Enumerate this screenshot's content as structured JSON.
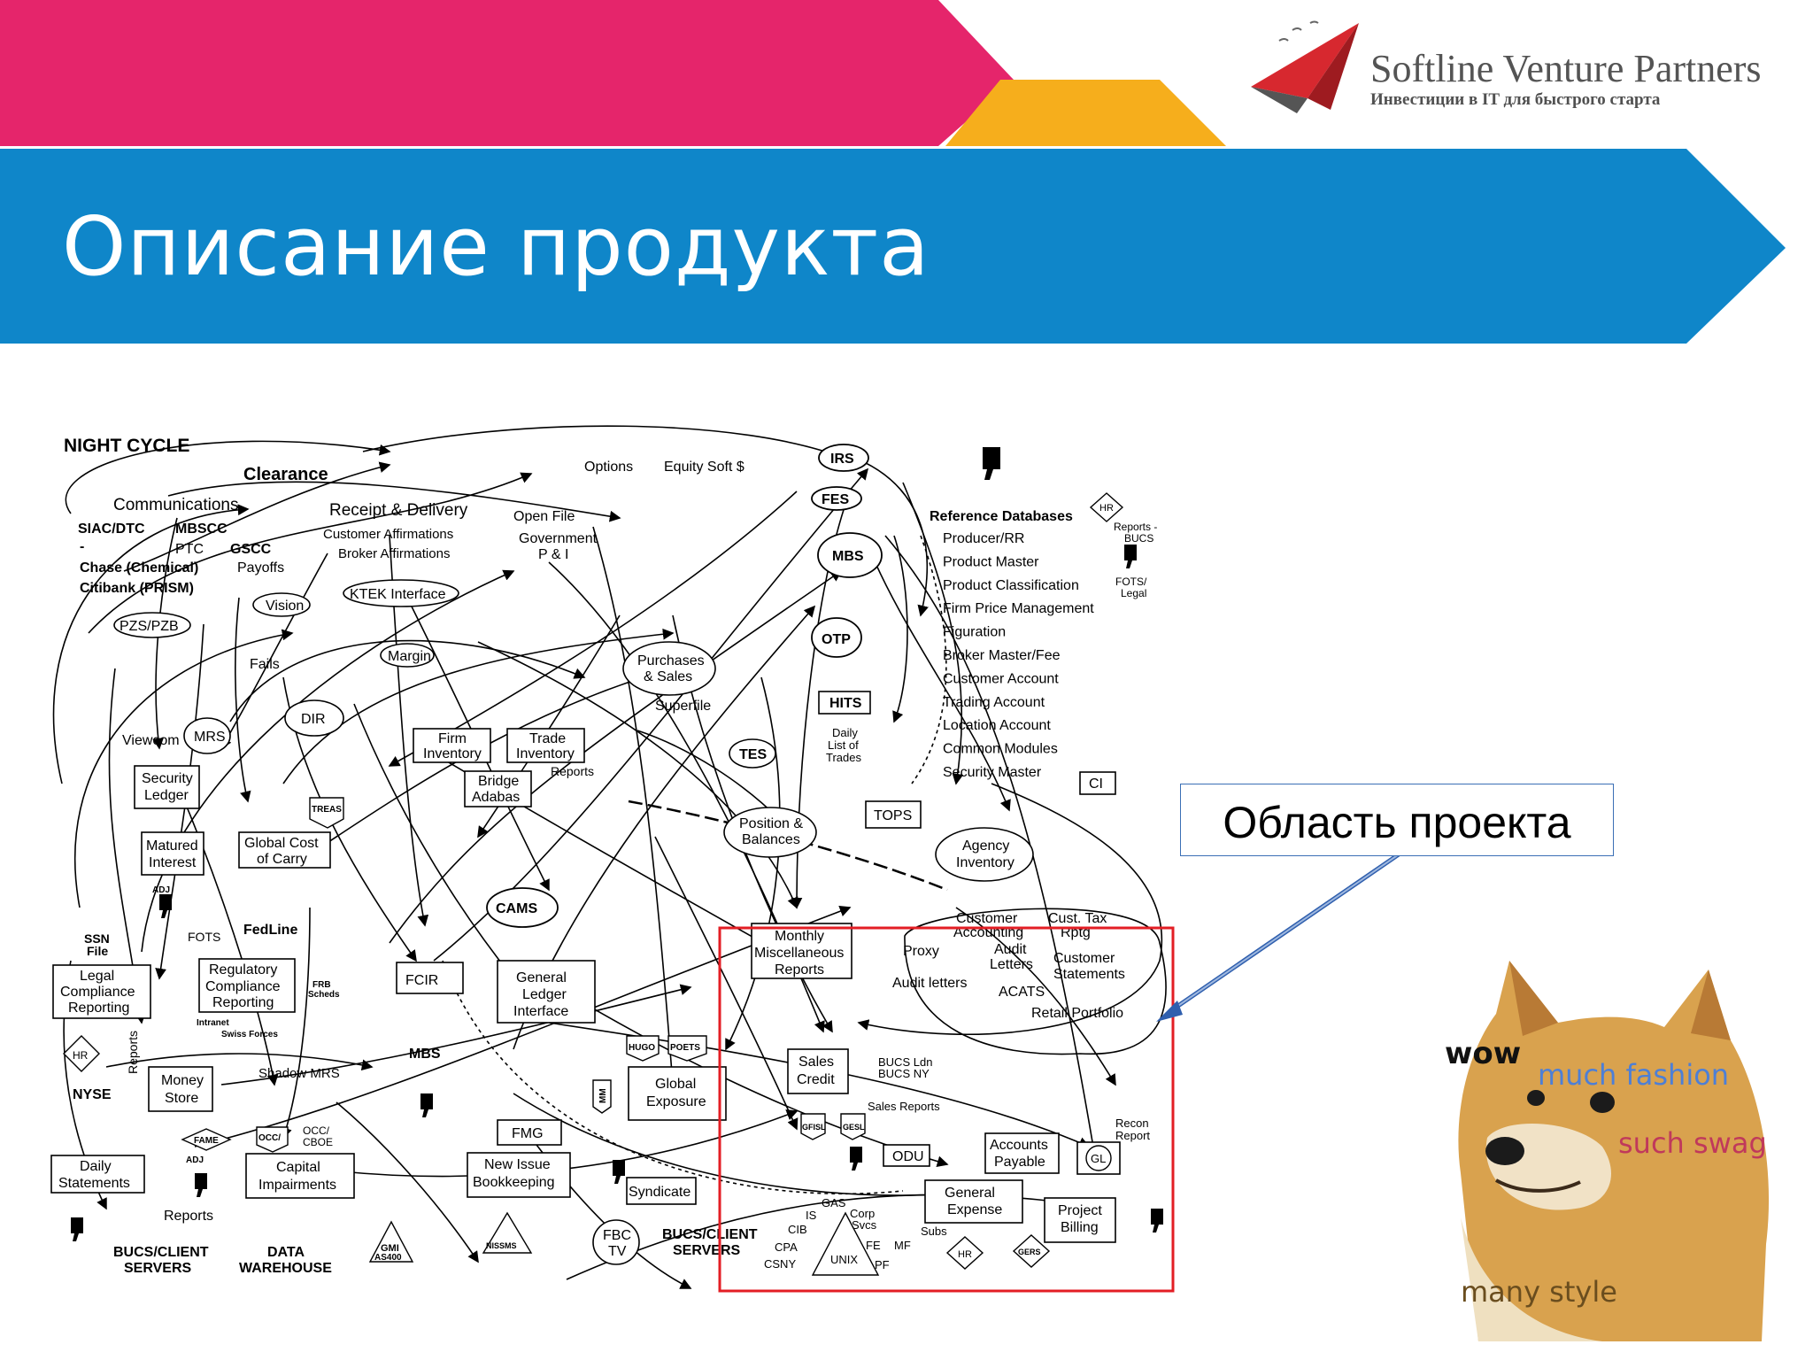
{
  "header": {
    "title": "Описание продукта",
    "brand_name": "Softline Venture Partners",
    "brand_tagline": "Инвестиции в IT для быстрого старта",
    "colors": {
      "pink": "#e5256b",
      "orange": "#f6ae1c",
      "blue": "#0f86c9"
    }
  },
  "diagram": {
    "night_cycle": "NIGHT CYCLE",
    "clearance": "Clearance",
    "communications": "Communications",
    "siac": "SIAC/DTC",
    "mbscc": "MBSCC",
    "dash": "-",
    "ptc": "PTC",
    "gscc": "GSCC",
    "chase": "Chase (Chemical)",
    "payoffs": "Payoffs",
    "citibank": "Citibank (PRISM)",
    "receipt": "Receipt & Delivery",
    "cust_aff": "Customer Affirmations",
    "broker_aff": "Broker Affirmations",
    "open_file": "Open File",
    "govt1": "Government",
    "govt2": "P & I",
    "options": "Options",
    "equity": "Equity Soft $",
    "irs": "IRS",
    "fes": "FES",
    "mbs_top": "MBS",
    "otp": "OTP",
    "vision": "Vision",
    "ktek": "KTEK Interface",
    "pzs": "PZS/PZB",
    "margin": "Margin",
    "fails": "Fails",
    "purchases1": "Purchases",
    "purchases2": "& Sales",
    "superfile": "Superfile",
    "hits": "HITS",
    "daily_list1": "Daily",
    "daily_list2": "List of",
    "daily_list3": "Trades",
    "dir": "DIR",
    "viewcom": "Viewcom",
    "mrs": "MRS",
    "firm_inv1": "Firm",
    "firm_inv2": "Inventory",
    "trade_inv1": "Trade",
    "trade_inv2": "Inventory",
    "reports_small": "Reports",
    "tes": "TES",
    "security_ledger1": "Security",
    "security_ledger2": "Ledger",
    "bridge1": "Bridge",
    "bridge2": "Adabas",
    "treas": "TREAS",
    "tops": "TOPS",
    "position1": "Position &",
    "position2": "Balances",
    "agency1": "Agency",
    "agency2": "Inventory",
    "matured1": "Matured",
    "matured2": "Interest",
    "global_cost1": "Global Cost",
    "global_cost2": "of Carry",
    "adj": "ADJ",
    "cams": "CAMS",
    "fots": "FOTS",
    "fedline": "FedLine",
    "ssn1": "SSN",
    "ssn2": "File",
    "legal1": "Legal",
    "legal2": "Compliance",
    "legal3": "Reporting",
    "regulatory1": "Regulatory",
    "regulatory2": "Compliance",
    "regulatory3": "Reporting",
    "frb1": "FRB",
    "frb2": "Scheds",
    "intranet": "Intranet",
    "swiss": "Swiss Forces",
    "fcir": "FCIR",
    "gl_if1": "General",
    "gl_if2": "Ledger",
    "gl_if3": "Interface",
    "monthly1": "Monthly",
    "monthly2": "Miscellaneous",
    "monthly3": "Reports",
    "hr": "HR",
    "nyse": "NYSE",
    "reports_vert": "Reports",
    "money1": "Money",
    "money2": "Store",
    "shadow": "Shadow MRS",
    "mbs_mid": "MBS",
    "hugo": "HUGO",
    "poets": "POETS",
    "global_exp1": "Global",
    "global_exp2": "Exposure",
    "mm": "MM",
    "fmg": "FMG",
    "fame": "FAME",
    "occ1": "OCC/",
    "occ2": "CBOE",
    "daily_st1": "Daily",
    "daily_st2": "Statements",
    "capital1": "Capital",
    "capital2": "Impairments",
    "new_issue1": "New Issue",
    "new_issue2": "Bookkeeping",
    "syndicate": "Syndicate",
    "reports_low": "Reports",
    "bucs_client1": "BUCS/CLIENT",
    "bucs_client2": "SERVERS",
    "data_wh1": "DATA",
    "data_wh2": "WAREHOUSE",
    "gmi1": "GMI",
    "gmi2": "AS400",
    "nissms": "NISSMS",
    "fbc1": "FBC",
    "fbc2": "TV",
    "bucs_client_r1": "BUCS/CLIENT",
    "bucs_client_r2": "SERVERS",
    "reference_db": "Reference Databases",
    "ref_items": [
      "Producer/RR",
      "Product Master",
      "Product Classification",
      "Firm Price Management",
      "Figuration",
      "Broker Master/Fee",
      "Customer Account",
      "Trading Account",
      "Location Account",
      "Common Modules",
      "Security Master"
    ],
    "hr_top": "HR",
    "reports_bucs1": "Reports -",
    "reports_bucs2": "BUCS",
    "fots_legal1": "FOTS/",
    "fots_legal2": "Legal",
    "ci": "CI",
    "cust_acct1": "Customer",
    "cust_acct2": "Accounting",
    "cust_tax1": "Cust. Tax",
    "cust_tax2": "Rptg",
    "proxy": "Proxy",
    "audit_letters1": "Audit",
    "audit_letters2": "Letters",
    "cust_statements1": "Customer",
    "cust_statements2": "Statements",
    "audit_letters_l": "Audit letters",
    "acats": "ACATS",
    "retail": "Retail Portfolio",
    "sales_credit1": "Sales",
    "sales_credit2": "Credit",
    "bucs_ldn": "BUCS Ldn",
    "bucs_ny": "BUCS NY",
    "sales_reports": "Sales Reports",
    "gfisl": "GFISL",
    "gesl": "GESL",
    "odu": "ODU",
    "accounts1": "Accounts",
    "accounts2": "Payable",
    "gl": "GL",
    "recon1": "Recon",
    "recon2": "Report",
    "gen_exp1": "General",
    "gen_exp2": "Expense",
    "project1": "Project",
    "project2": "Billing",
    "gas": "GAS",
    "is": "IS",
    "corp1": "Corp",
    "corp2": "Svcs",
    "cib": "CIB",
    "cpa": "CPA",
    "csny": "CSNY",
    "unix": "UNIX",
    "fe": "FE",
    "mf": "MF",
    "pf": "PF",
    "subs": "Subs",
    "hr_low": "HR",
    "gers": "GERS"
  },
  "callout": {
    "text": "Область проекта",
    "highlight_color": "#e31e24",
    "arrow_color": "#2f5fae"
  },
  "meme": {
    "wow": "wow",
    "much_fashion": "much fashion",
    "such_swag": "such swag",
    "many_style": "many style"
  }
}
